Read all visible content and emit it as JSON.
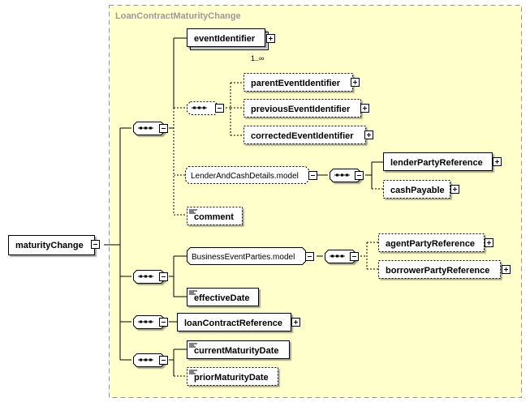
{
  "type_name": "LoanContractMaturityChange",
  "root_element": "maturityChange",
  "elements": {
    "event_identifier": "eventIdentifier",
    "event_identifier_occurrence": "1..∞",
    "parent_event_identifier": "parentEventIdentifier",
    "previous_event_identifier": "previousEventIdentifier",
    "corrected_event_identifier": "correctedEventIdentifier",
    "lender_and_cash_details_model": "LenderAndCashDetails.model",
    "lender_party_reference": "lenderPartyReference",
    "cash_payable": "cashPayable",
    "comment": "comment",
    "business_event_parties_model": "BusinessEventParties.model",
    "agent_party_reference": "agentPartyReference",
    "borrower_party_reference": "borrowerPartyReference",
    "effective_date": "effectiveDate",
    "loan_contract_reference": "loanContractReference",
    "current_maturity_date": "currentMaturityDate",
    "prior_maturity_date": "priorMaturityDate"
  },
  "colors": {
    "type_box_fill": "#ffffcc",
    "type_box_border": "#999999",
    "box_fill": "#ffffff",
    "line": "#000000"
  },
  "icons": [
    "sequence-icon",
    "expand-icon",
    "collapse-icon",
    "text-content-icon"
  ]
}
